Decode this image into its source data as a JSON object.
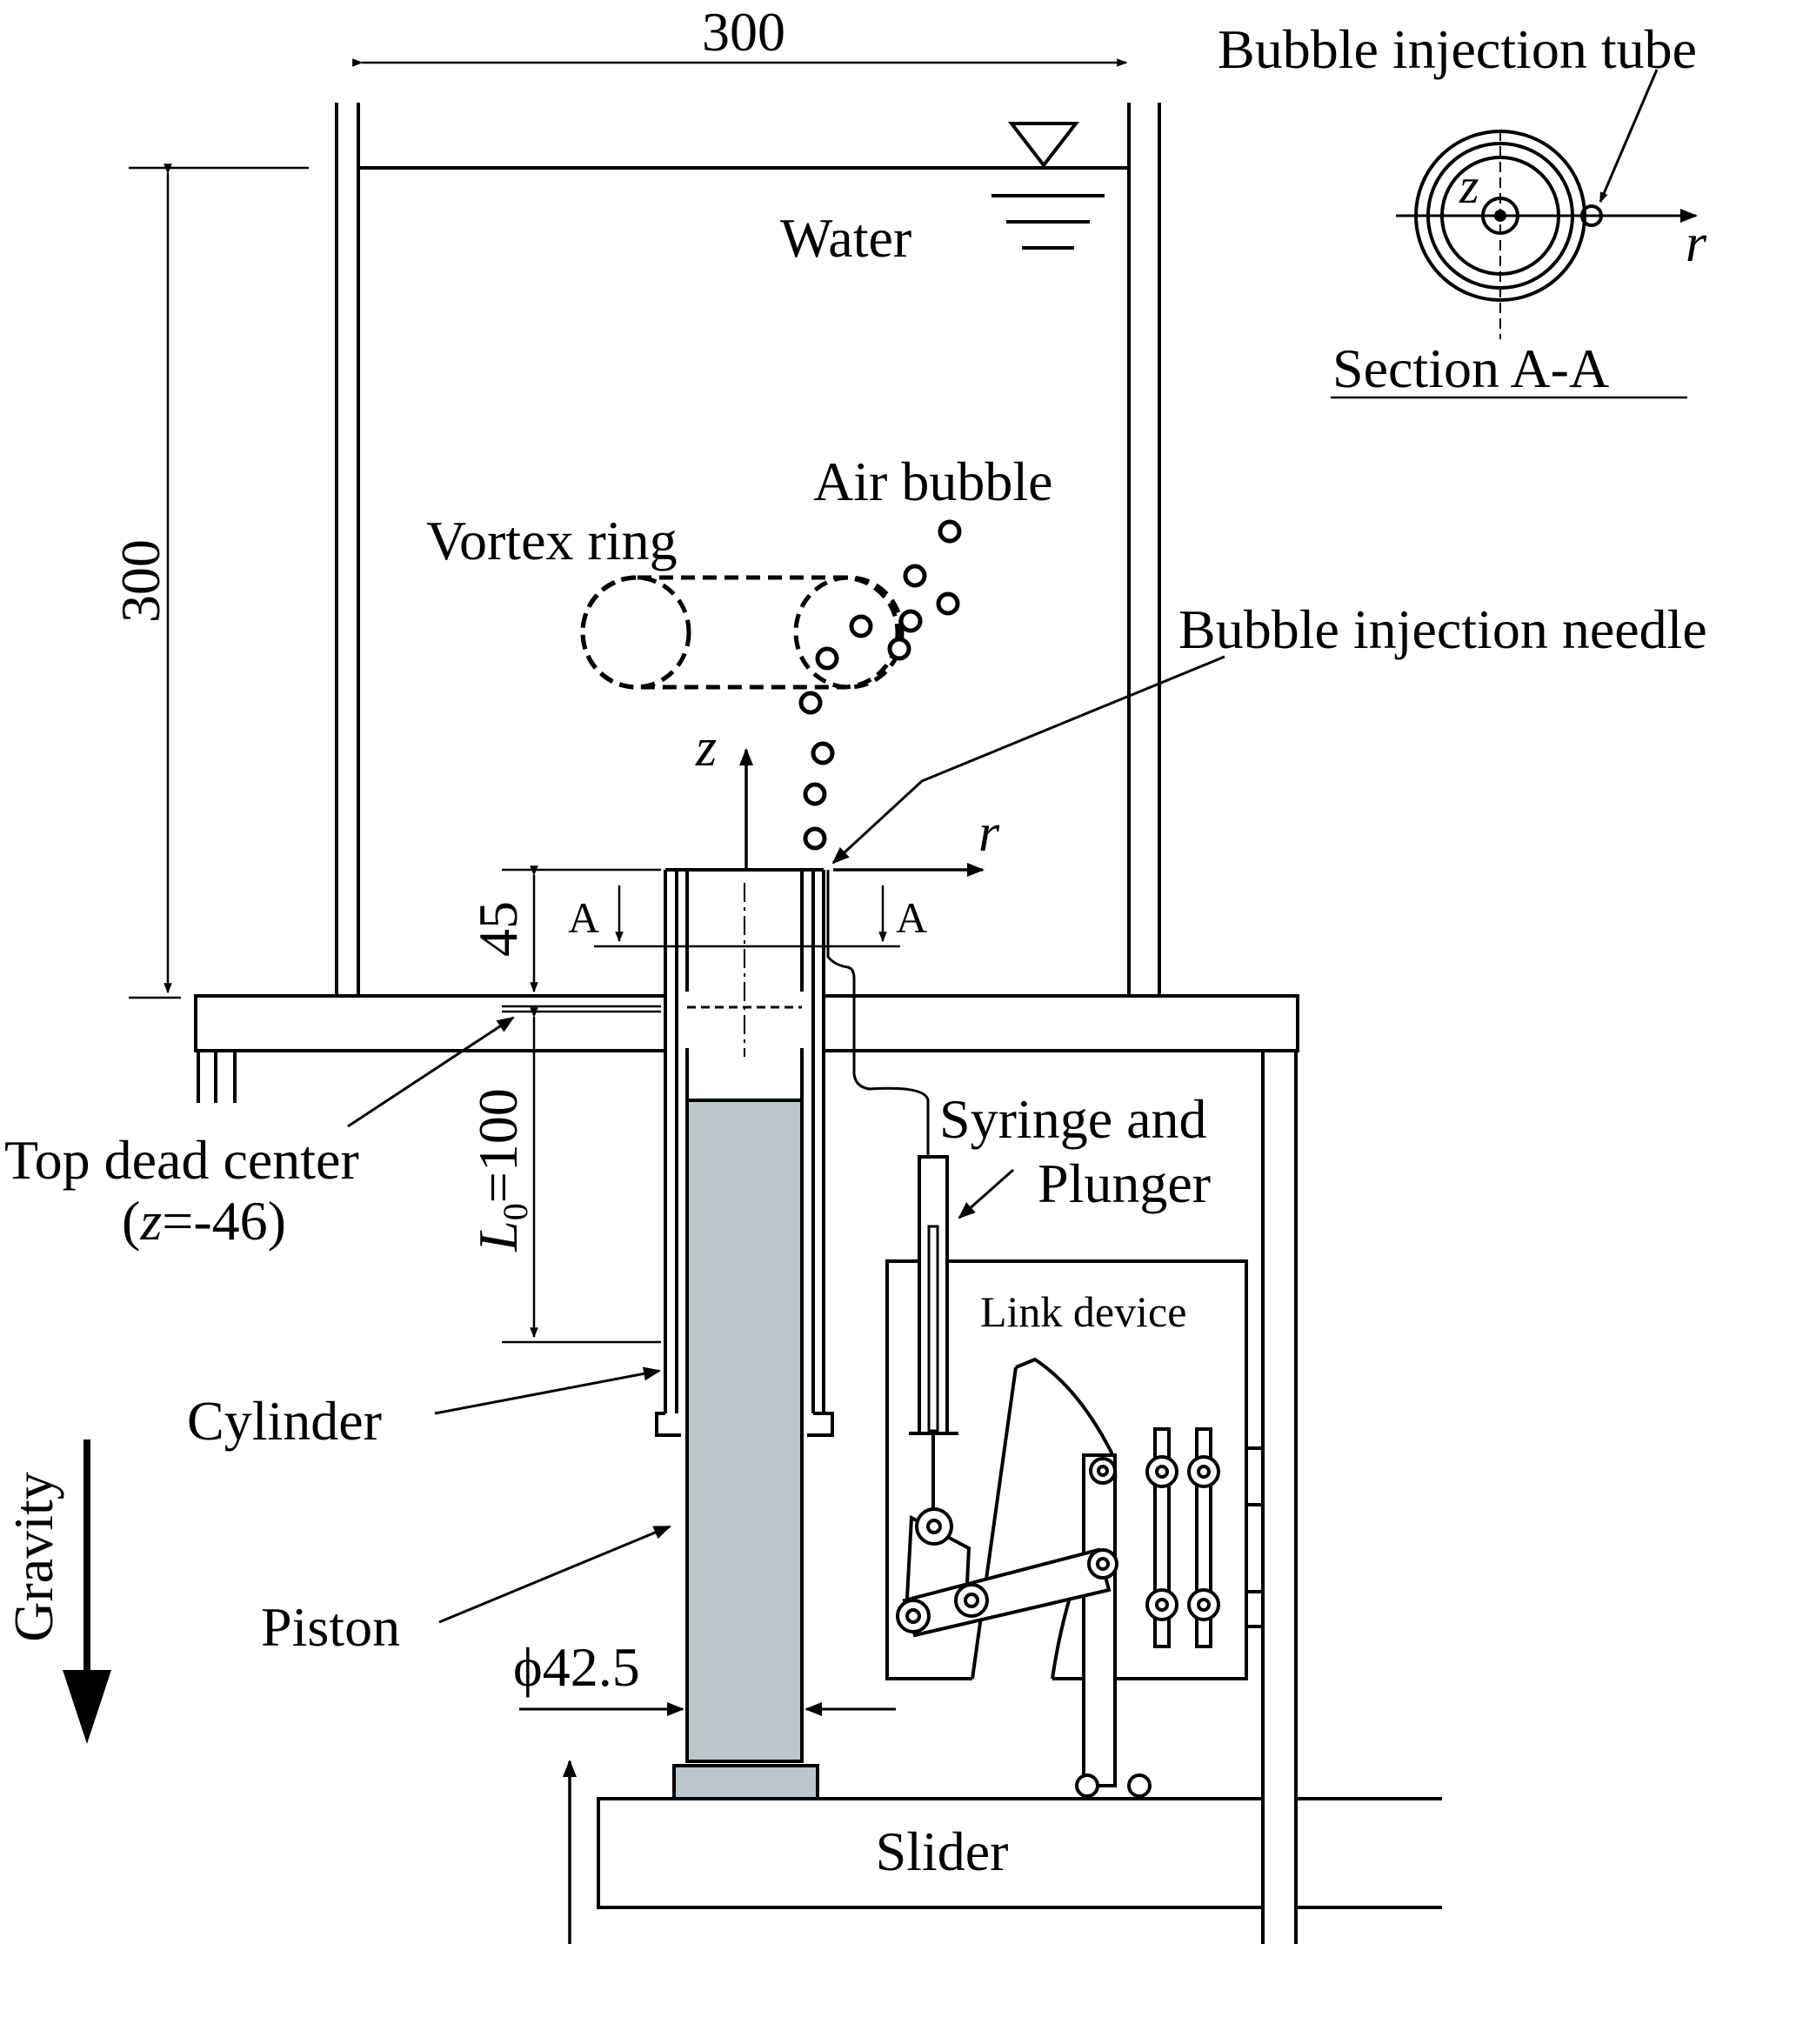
{
  "labels": {
    "top_width": "300",
    "water": "Water",
    "tank_height": "300",
    "section_title": "Bubble injection tube",
    "section_z": "z",
    "section_r": "r",
    "section_label": "Section A-A",
    "air_bubble": "Air bubble",
    "vortex_ring": "Vortex ring",
    "needle": "Bubble injection needle",
    "axis_z": "z",
    "axis_r": "r",
    "dim_45": "45",
    "sec_a_left": "A",
    "sec_a_right": "A",
    "top_dead_center": "Top dead center",
    "tdc_z": "z",
    "tdc_value": "=-46)",
    "tdc_open": "(",
    "l0_L": "L",
    "l0_sub": "0",
    "l0_rest": "=100",
    "syringe": "Syringe and",
    "plunger": "Plunger",
    "link_device": "Link device",
    "cylinder": "Cylinder",
    "gravity": "Gravity",
    "piston": "Piston",
    "diameter": "ϕ42.5",
    "slider": "Slider"
  },
  "colors": {
    "piston_fill": "#bcc6cb",
    "line": "#000000"
  }
}
